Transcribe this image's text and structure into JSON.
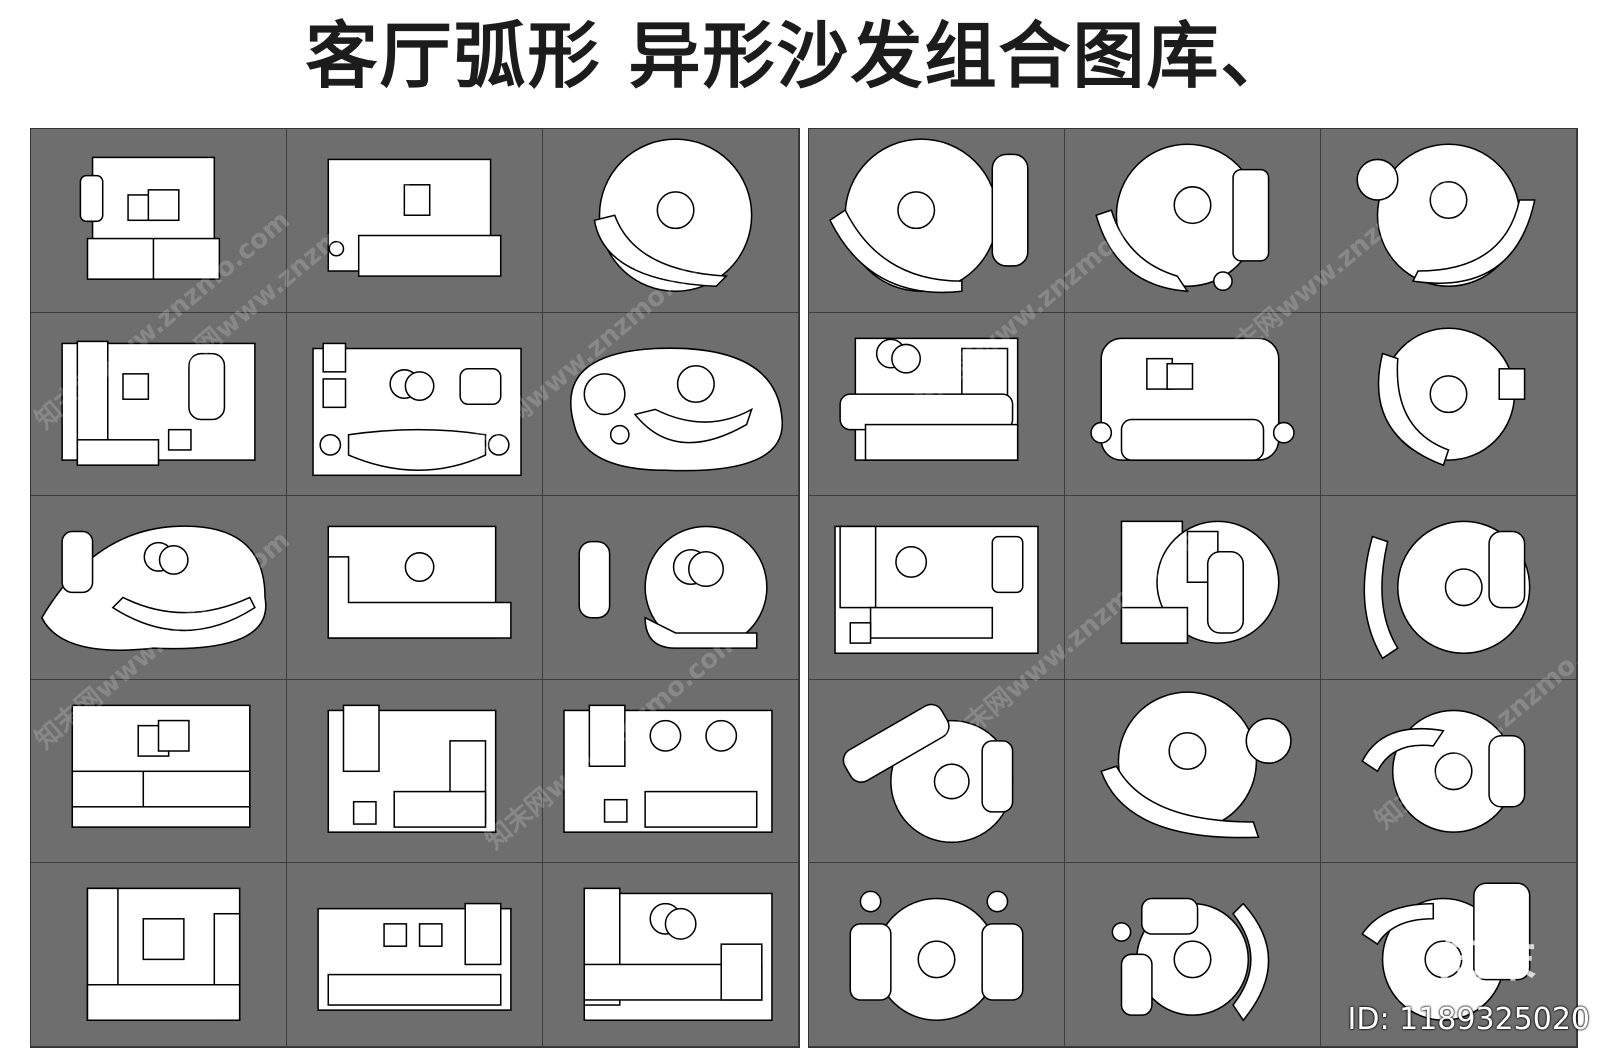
{
  "title": "客厅弧形 异形沙发组合图库、",
  "watermark": "知末网www.znzmo.com",
  "brand_mark": "知末",
  "id_label": "ID: 1189325020",
  "colors": {
    "panel": "#6e6e6e",
    "line": "#000000",
    "fill": "#ffffff",
    "title": "#1c1c1c"
  },
  "left_panel_cells": [
    "rect",
    "rect",
    "circle",
    "rect",
    "rect",
    "blob",
    "blob",
    "rect",
    "circle",
    "rect",
    "grid",
    "grid",
    "rect",
    "grid",
    "rect"
  ],
  "right_panel_cells": [
    "circle",
    "circle",
    "circle",
    "rect",
    "rect",
    "circle",
    "grid",
    "rect",
    "circle",
    "circle",
    "circle",
    "circle",
    "circle",
    "circle",
    "circle"
  ]
}
